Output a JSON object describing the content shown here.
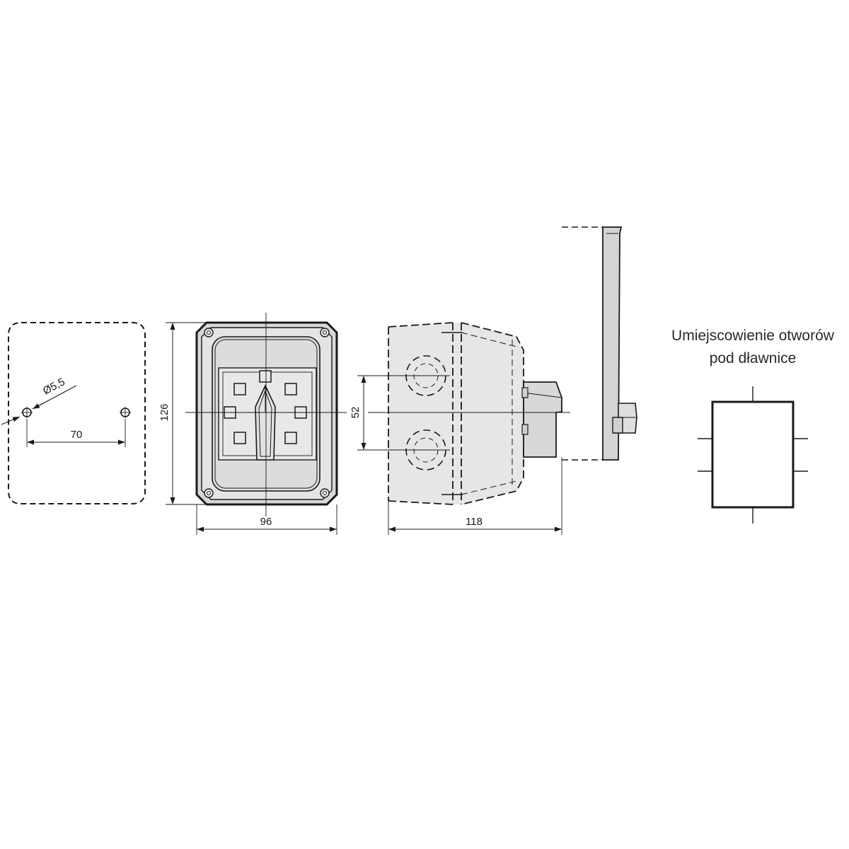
{
  "dimensions": {
    "hole_diameter": "Ø5,5",
    "hole_spacing": "70",
    "height": "126",
    "width": "96",
    "gland_spacing": "52",
    "depth": "118"
  },
  "label": {
    "line1": "Umiejscowienie otworów",
    "line2": "pod dławnice"
  },
  "colors": {
    "line": "#1a1a1a",
    "body_fill": "#e6e6e6",
    "face_fill": "#dcdcdc",
    "background": "#ffffff"
  }
}
